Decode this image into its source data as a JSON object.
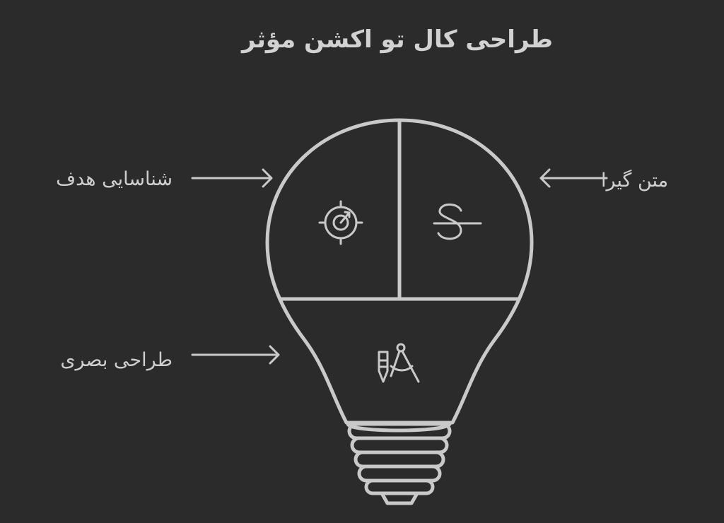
{
  "title": "طراحی کال تو اکشن مؤثر",
  "sections": {
    "target": {
      "label": "شناسایی هدف",
      "icon": "target-icon"
    },
    "text": {
      "label": "متن گیرا",
      "icon": "strikethrough-s-icon"
    },
    "visual": {
      "label": "طراحی بصری",
      "icon": "pen-compass-icon"
    }
  },
  "colors": {
    "background": "#2b2b2b",
    "stroke": "#c9c9c9",
    "text": "#cfcfcf"
  }
}
